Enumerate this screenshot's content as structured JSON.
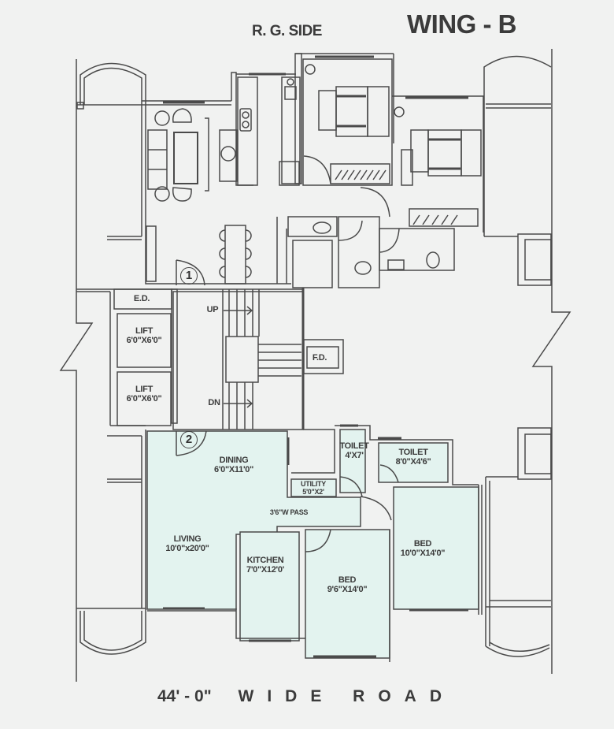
{
  "header": {
    "side_label": "R. G. SIDE",
    "wing_label": "WING - B"
  },
  "footer": {
    "road_width": "44' - 0\"",
    "road_label": "WIDE ROAD"
  },
  "colors": {
    "background": "#f1f2f1",
    "room_fill_highlight": "#e3f3ef",
    "wall_line": "#4a4a4a",
    "text": "#3b3b3b"
  },
  "core": {
    "ed": "E.D.",
    "lift1": {
      "name": "LIFT",
      "dim": "6'0\"X6'0\""
    },
    "lift2": {
      "name": "LIFT",
      "dim": "6'0\"X6'0\""
    },
    "stair_up": "UP",
    "stair_down": "DN",
    "fd": "F.D.",
    "flat_marker_1": "1",
    "flat_marker_2": "2"
  },
  "rooms": {
    "dining": {
      "name": "DINING",
      "dim": "6'0\"X11'0\""
    },
    "living": {
      "name": "LIVING",
      "dim": "10'0\"x20'0\""
    },
    "kitchen": {
      "name": "KITCHEN",
      "dim": "7'0\"X12'0'"
    },
    "bed1": {
      "name": "BED",
      "dim": "9'6\"X14'0\""
    },
    "bed2": {
      "name": "BED",
      "dim": "10'0\"X14'0\""
    },
    "toilet1": {
      "name": "TOILET",
      "dim": "4'X7'"
    },
    "toilet2": {
      "name": "TOILET",
      "dim": "8'0\"X4'6\""
    },
    "utility": {
      "name": "UTILITY",
      "dim": "5'0\"X2'"
    },
    "passage": "3'6\"W PASS"
  }
}
